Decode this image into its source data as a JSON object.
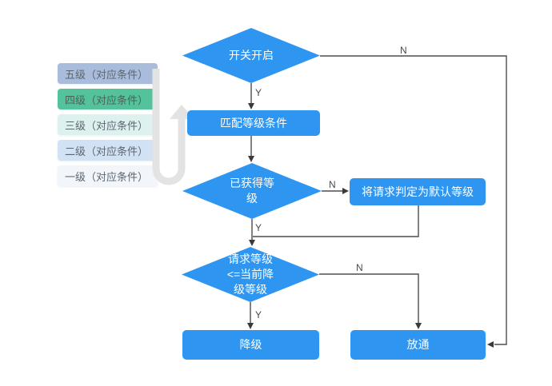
{
  "legend": {
    "items": [
      {
        "id": "level-5",
        "label": "五级（对应条件）",
        "color": "#a9bcdb"
      },
      {
        "id": "level-4",
        "label": "四级（对应条件）",
        "color": "#54c39c"
      },
      {
        "id": "level-3",
        "label": "三级（对应条件）",
        "color": "#ddf2ef"
      },
      {
        "id": "level-2",
        "label": "二级（对应条件）",
        "color": "#d2e2f5"
      },
      {
        "id": "level-1",
        "label": "一级（对应条件）",
        "color": "#f2f6fa"
      }
    ]
  },
  "flowchart": {
    "nodes": {
      "switch": {
        "type": "decision",
        "label": "开关开启"
      },
      "match": {
        "type": "process",
        "label": "匹配等级条件"
      },
      "obtained": {
        "type": "decision",
        "label": "已获得等\n级"
      },
      "default_level": {
        "type": "process",
        "label": "将请求判定为默认等级"
      },
      "compare": {
        "type": "decision",
        "label": "请求等级\n<=当前降\n级等级"
      },
      "downgrade": {
        "type": "process",
        "label": "降级"
      },
      "pass": {
        "type": "process",
        "label": "放通"
      }
    },
    "edges": [
      {
        "from": "switch",
        "to": "pass",
        "label": "N"
      },
      {
        "from": "switch",
        "to": "match",
        "label": "Y"
      },
      {
        "from": "match",
        "to": "obtained",
        "label": ""
      },
      {
        "from": "obtained",
        "to": "default_level",
        "label": "N"
      },
      {
        "from": "obtained",
        "to": "compare",
        "label": "Y"
      },
      {
        "from": "default_level",
        "to": "compare",
        "label": ""
      },
      {
        "from": "compare",
        "to": "pass",
        "label": "N"
      },
      {
        "from": "compare",
        "to": "downgrade",
        "label": "Y"
      }
    ],
    "edge_labels": {
      "yes": "Y",
      "no": "N"
    }
  },
  "colors": {
    "node_fill": "#2e96f1",
    "node_text": "#ffffff",
    "connector": "#4d4d4d",
    "loop_arrow": "#e3e3e3"
  }
}
